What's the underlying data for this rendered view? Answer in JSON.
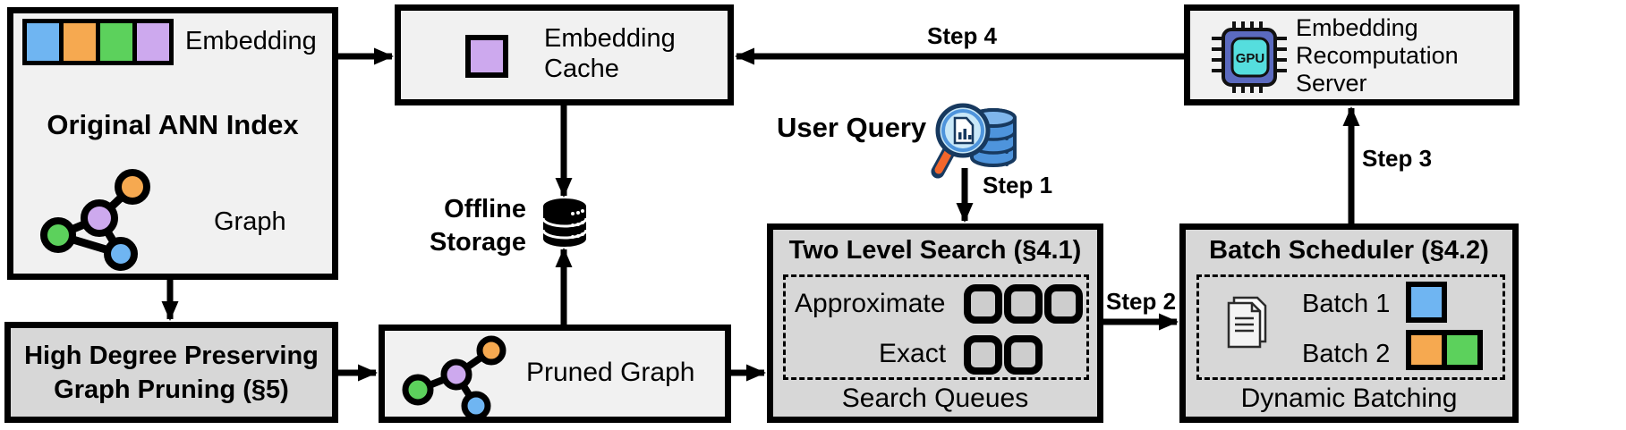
{
  "figure": {
    "kind": "system-architecture-diagram"
  },
  "colors": {
    "blue": "#6FB5F2",
    "orange": "#F6A950",
    "green": "#5CD15C",
    "purple": "#CDA9EE",
    "box_light": "#F1F1F1",
    "box_dark": "#D7D7D7",
    "queue_cell": "#CDCDCD",
    "chip_body": "#5B6ABF",
    "chip_screen": "#55DEDE",
    "db_blue": "#4E94DC",
    "db_blue_light": "#7FB6EC",
    "outline_navy": "#17395F",
    "lens_fill": "#C9E8F8",
    "handle_orange": "#F2662B"
  },
  "nodes": {
    "original_ann_index": {
      "title": "Original ANN Index",
      "embedding_label": "Embedding",
      "graph_label": "Graph",
      "icon": "embedding-color-strip + graph-nodes"
    },
    "embedding_cache": {
      "label": "Embedding\nCache",
      "icon": "purple-embedding-square"
    },
    "offline_storage": {
      "label": "Offline\nStorage",
      "icon": "database-cylinder"
    },
    "user_query": {
      "label": "User Query",
      "icon": "magnifier-document-over-database"
    },
    "recomputation_server": {
      "label": "Embedding\nRecomputation\nServer",
      "chip_text": "GPU",
      "icon": "gpu-chip"
    },
    "two_level_search": {
      "title": "Two Level Search (§4.1)",
      "approximate_label": "Approximate",
      "exact_label": "Exact",
      "caption": "Search Queues",
      "approximate_queue_count": 3,
      "exact_queue_count": 2
    },
    "batch_scheduler": {
      "title": "Batch Scheduler (§4.2)",
      "batch1_label": "Batch 1",
      "batch2_label": "Batch 2",
      "caption": "Dynamic Batching",
      "icon": "document-stack"
    },
    "high_degree_pruning": {
      "title": "High Degree Preserving\nGraph Pruning (§5)"
    },
    "pruned_graph": {
      "label": "Pruned Graph",
      "icon": "graph-nodes-pruned"
    }
  },
  "steps": {
    "step1": "Step 1",
    "step2": "Step 2",
    "step3": "Step 3",
    "step4": "Step 4"
  }
}
